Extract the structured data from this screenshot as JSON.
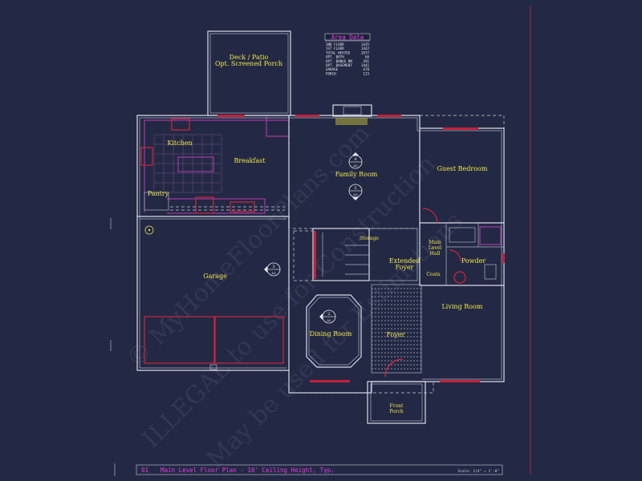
{
  "rooms": {
    "deck": "Deck / Patio",
    "deck_sub": "Opt. Screened Porch",
    "kitchen": "Kitchen",
    "breakfast": "Breakfast",
    "pantry": "Pantry",
    "family_room": "Family Room",
    "guest_bedroom": "Guest Bedroom",
    "garage": "Garage",
    "storage": "Storage",
    "main_level_hall_1": "Main",
    "main_level_hall_2": "Level",
    "main_level_hall_3": "Hall",
    "extended_foyer_1": "Extended",
    "extended_foyer_2": "Foyer",
    "powder": "Powder",
    "coats": "Coats",
    "living_room": "Living Room",
    "dining_room": "Dining Room",
    "foyer": "Foyer",
    "front_porch_1": "Front",
    "front_porch_2": "Porch"
  },
  "area_data": {
    "title": "Area Data",
    "rows": [
      {
        "label": "2ND FLOOR",
        "value": "1435"
      },
      {
        "label": "1ST FLOOR",
        "value": "1442"
      },
      {
        "label": "TOTAL HEATED",
        "value": "2877"
      },
      {
        "label": "OPT. BATH",
        "value": "66"
      },
      {
        "label": "OPT. BONUS RM",
        "value": "391"
      },
      {
        "label": "OPT. BASEMENT",
        "value": "1441"
      },
      {
        "label": "GARAGE",
        "value": "478"
      },
      {
        "label": "PORCH",
        "value": "123"
      }
    ]
  },
  "section_markers": [
    {
      "num": "4",
      "sheet": "A3"
    },
    {
      "num": "5",
      "sheet": "A3"
    },
    {
      "num": "3",
      "sheet": "A3"
    },
    {
      "num": "2",
      "sheet": "A3"
    }
  ],
  "title_block": {
    "number": "01",
    "title": "Main Level Floor Plan - 10' Ceiling Height, Typ.",
    "scale": "Scale: 1/4\" = 1'-0\""
  },
  "watermark": {
    "line1": "© MyHomeFloorPlans.com",
    "line2": "ILLEGAL to use for Construction",
    "line3": "May be used for Estimations"
  },
  "colors": {
    "background": "#232944",
    "room_labels": "#f2e64a",
    "accent_magenta": "#e13ce0",
    "windows_red": "#d3243c"
  }
}
